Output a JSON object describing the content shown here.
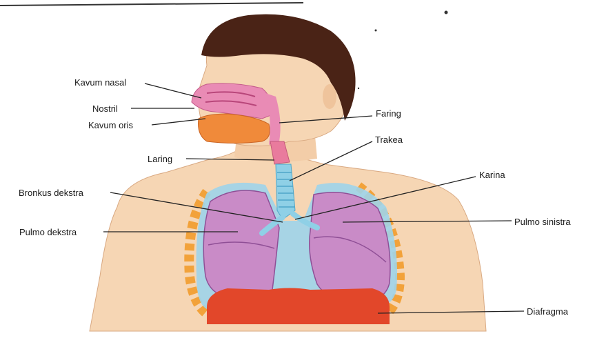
{
  "labels": {
    "kavum_nasal": "Kavum nasal",
    "nostril": "Nostril",
    "kavum_oris": "Kavum oris",
    "laring": "Laring",
    "bronkus_dekstra": "Bronkus  dekstra",
    "pulmo_dekstra": "Pulmo  dekstra",
    "faring": "Faring",
    "trakea": "Trakea",
    "karina": "Karina",
    "pulmo_sinistra": "Pulmo sinistra",
    "diafragma": "Diafragma"
  },
  "colors": {
    "skin": "#f6d6b4",
    "skin_shadow": "#e9bd95",
    "hair": "#4a2316",
    "lung": "#c98bc7",
    "lung_dark": "#9b5c9f",
    "pleura": "#9fd4ea",
    "trachea": "#8fd0e6",
    "diaphragm": "#e2472a",
    "rib": "#f2a23a",
    "nasal": "#e98bb5",
    "oral": "#f08a3a"
  }
}
